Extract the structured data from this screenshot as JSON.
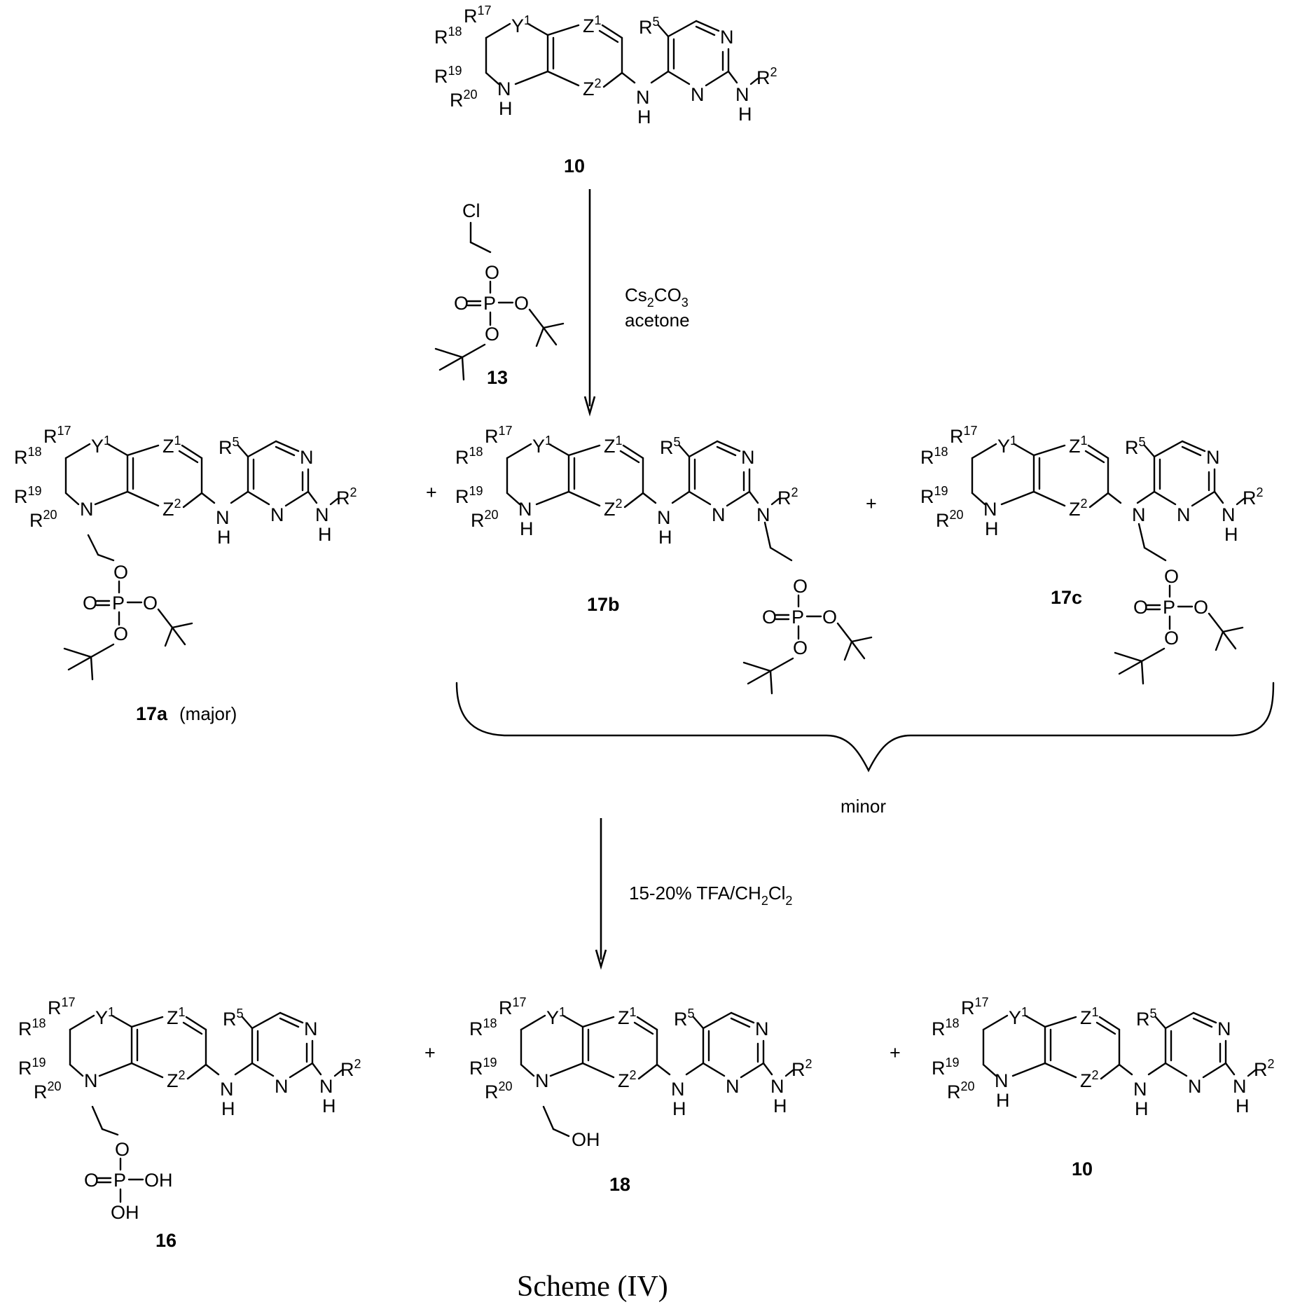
{
  "caption": "Scheme (IV)",
  "labels": {
    "start": "10",
    "reagent": "13",
    "p17a": "17a",
    "p17a_note": "(major)",
    "p17b": "17b",
    "p17c": "17c",
    "minor": "minor",
    "p16": "16",
    "p18": "18",
    "p10": "10"
  },
  "plus_sign": "+",
  "conditions": {
    "step1_reagent": "Cs2CO3",
    "step1_solvent": "acetone",
    "step2": "15-20% TFA/CH2Cl2"
  },
  "atoms": {
    "Cl": "Cl",
    "O": "O",
    "P": "P",
    "OH": "OH",
    "N": "N",
    "H": "H",
    "R": "R",
    "Y": "Y",
    "Z": "Z"
  },
  "superscripts": {
    "r17": "17",
    "r18": "18",
    "r19": "19",
    "r20": "20",
    "r5": "5",
    "r2": "2",
    "y1": "1",
    "z1": "1",
    "z2": "2"
  }
}
